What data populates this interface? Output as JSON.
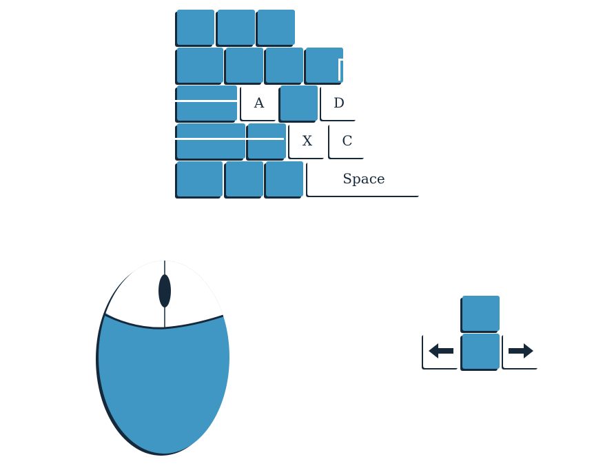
{
  "keyboard": {
    "keys": {
      "a": "A",
      "d": "D",
      "x": "X",
      "c": "C",
      "space": "Space"
    }
  },
  "arrow_keys": {
    "left": "left-arrow-icon",
    "right": "right-arrow-icon"
  },
  "colors": {
    "key_blue": "#4097c3",
    "outline_dark": "#16293a",
    "key_white": "#ffffff"
  }
}
